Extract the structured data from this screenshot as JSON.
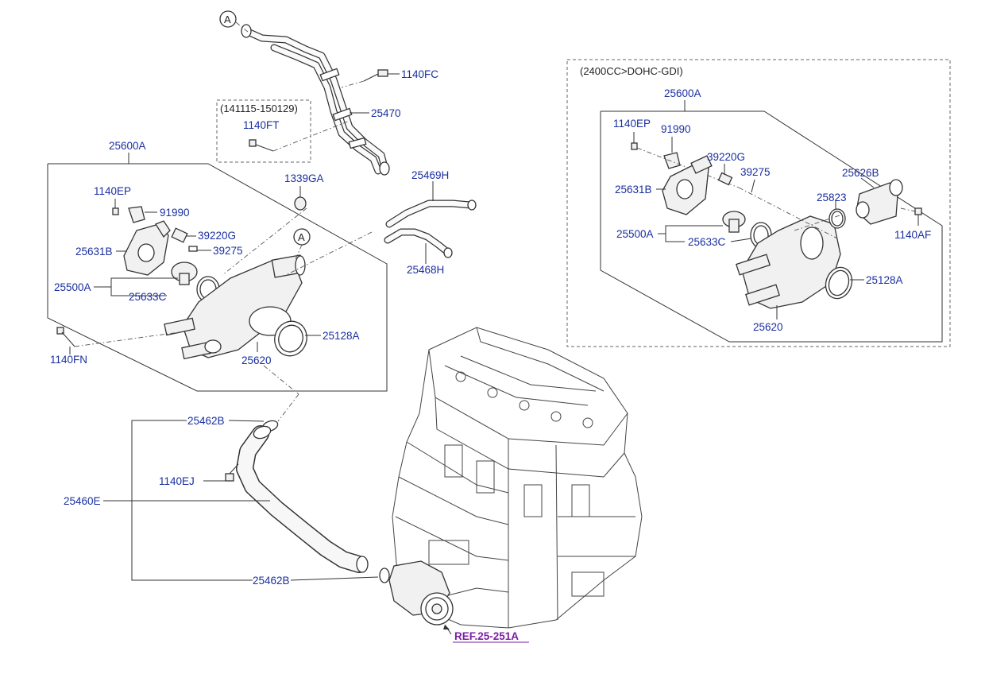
{
  "callouts": {
    "a_top": "A",
    "a_mid": "A",
    "c1140fc": "1140FC",
    "c25470": "25470",
    "date_range": "(141115-150129)",
    "c1140ft": "1140FT",
    "c25600a_left": "25600A",
    "c1339ga": "1339GA",
    "c25469h": "25469H",
    "c25468h": "25468H",
    "c1140ep_left": "1140EP",
    "c91990_left": "91990",
    "c39220g_left": "39220G",
    "c25631b_left": "25631B",
    "c39275_left": "39275",
    "c25500a_left": "25500A",
    "c25633c_left": "25633C",
    "c25128a_left": "25128A",
    "c1140fn": "1140FN",
    "c25620_left": "25620",
    "c25462b_top": "25462B",
    "c1140ej": "1140EJ",
    "c25460e": "25460E",
    "c25462b_bottom": "25462B",
    "ref": "REF.25-251A"
  },
  "inset": {
    "title": "(2400CC>DOHC-GDI)",
    "c25600a": "25600A",
    "c1140ep": "1140EP",
    "c91990": "91990",
    "c39220g": "39220G",
    "c39275": "39275",
    "c25626b": "25626B",
    "c25631b": "25631B",
    "c25823": "25823",
    "c25500a": "25500A",
    "c25633c": "25633C",
    "c1140af": "1140AF",
    "c25128a": "25128A",
    "c25620": "25620"
  },
  "colors": {
    "label": "#1a2fa0",
    "reference": "#7a1fa0",
    "linework": "#333333"
  }
}
